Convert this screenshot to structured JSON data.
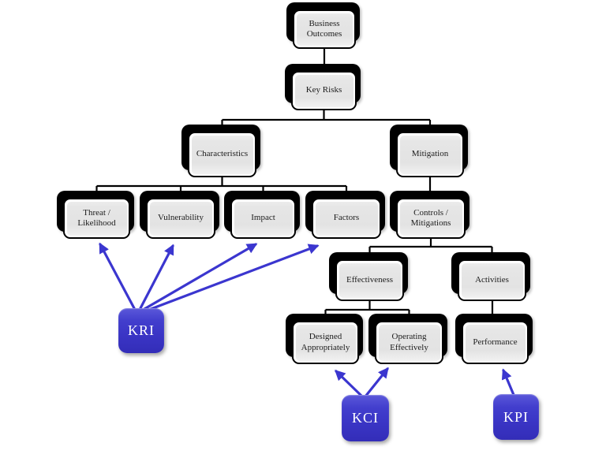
{
  "diagram": {
    "title_hidden": "",
    "nodes": {
      "business_outcomes": {
        "label": "Business Outcomes"
      },
      "key_risks": {
        "label": "Key Risks"
      },
      "characteristics": {
        "label": "Characteristics"
      },
      "mitigation": {
        "label": "Mitigation"
      },
      "threat_likelihood": {
        "label": "Threat / Likelihood"
      },
      "vulnerability": {
        "label": "Vulnerability"
      },
      "impact": {
        "label": "Impact"
      },
      "factors": {
        "label": "Factors"
      },
      "controls_mitigations": {
        "label": "Controls / Mitigations"
      },
      "effectiveness": {
        "label": "Effectiveness"
      },
      "activities": {
        "label": "Activities"
      },
      "designed_appropriately": {
        "label": "Designed Appropriately"
      },
      "operating_effectively": {
        "label": "Operating Effectively"
      },
      "performance": {
        "label": "Performance"
      }
    },
    "badges": {
      "kri": {
        "label": "KRI"
      },
      "kci": {
        "label": "KCI"
      },
      "kpi": {
        "label": "KPI"
      }
    },
    "colors": {
      "badge_blue": "#3b36c9",
      "arrow_blue": "#3b36cf",
      "node_fill": "#e6e6e6",
      "node_border": "#000000",
      "shadow_black": "#000000",
      "background": "#ffffff"
    },
    "edges": {
      "tree": [
        [
          "business_outcomes",
          "key_risks"
        ],
        [
          "key_risks",
          "characteristics"
        ],
        [
          "key_risks",
          "mitigation"
        ],
        [
          "characteristics",
          "threat_likelihood"
        ],
        [
          "characteristics",
          "vulnerability"
        ],
        [
          "characteristics",
          "impact"
        ],
        [
          "characteristics",
          "factors"
        ],
        [
          "mitigation",
          "controls_mitigations"
        ],
        [
          "controls_mitigations",
          "effectiveness"
        ],
        [
          "controls_mitigations",
          "activities"
        ],
        [
          "effectiveness",
          "designed_appropriately"
        ],
        [
          "effectiveness",
          "operating_effectively"
        ],
        [
          "activities",
          "performance"
        ]
      ],
      "indicator_arrows": [
        [
          "kri",
          "threat_likelihood"
        ],
        [
          "kri",
          "vulnerability"
        ],
        [
          "kri",
          "impact"
        ],
        [
          "kri",
          "factors"
        ],
        [
          "kci",
          "designed_appropriately"
        ],
        [
          "kci",
          "operating_effectively"
        ],
        [
          "kpi",
          "performance"
        ]
      ]
    }
  }
}
